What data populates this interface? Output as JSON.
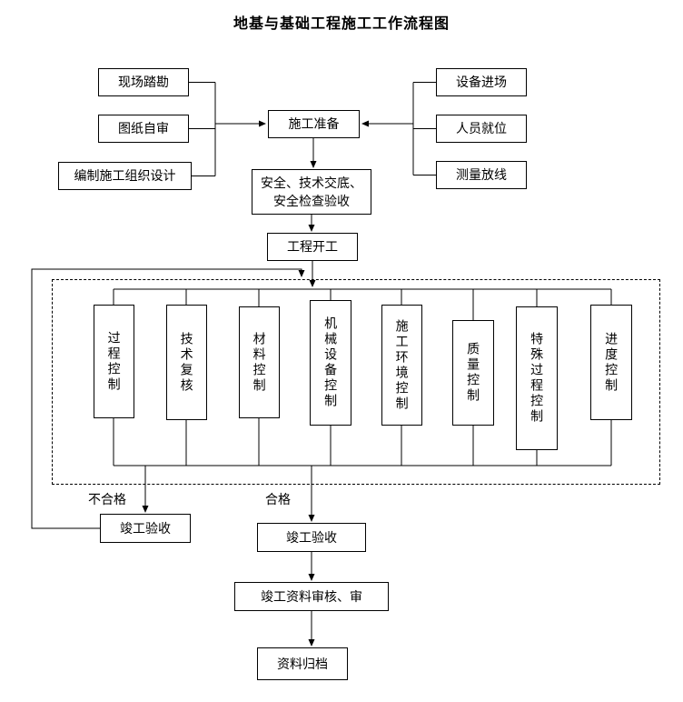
{
  "title": "地基与基础工程施工工作流程图",
  "preparation_inputs_left": [
    {
      "label": "现场踏勘"
    },
    {
      "label": "图纸自审"
    },
    {
      "label": "编制施工组织设计"
    }
  ],
  "preparation_inputs_right": [
    {
      "label": "设备进场"
    },
    {
      "label": "人员就位"
    },
    {
      "label": "测量放线"
    }
  ],
  "nodes": {
    "preparation": "施工准备",
    "safety_disclosure": "安全、技术交底、\n安全检查验收",
    "start": "工程开工",
    "acceptance_fail": "竣工验收",
    "acceptance_pass": "竣工验收",
    "documents_review": "竣工资料审核、审",
    "archive": "资料归档"
  },
  "controls": [
    "过程控制",
    "技术复核",
    "材料控制",
    "机械设备控制",
    "施工环境控制",
    "质量控制",
    "特殊过程控制",
    "进度控制"
  ],
  "branch_labels": {
    "fail": "不合格",
    "pass": "合格"
  },
  "colors": {
    "line": "#000000",
    "background": "#ffffff"
  }
}
